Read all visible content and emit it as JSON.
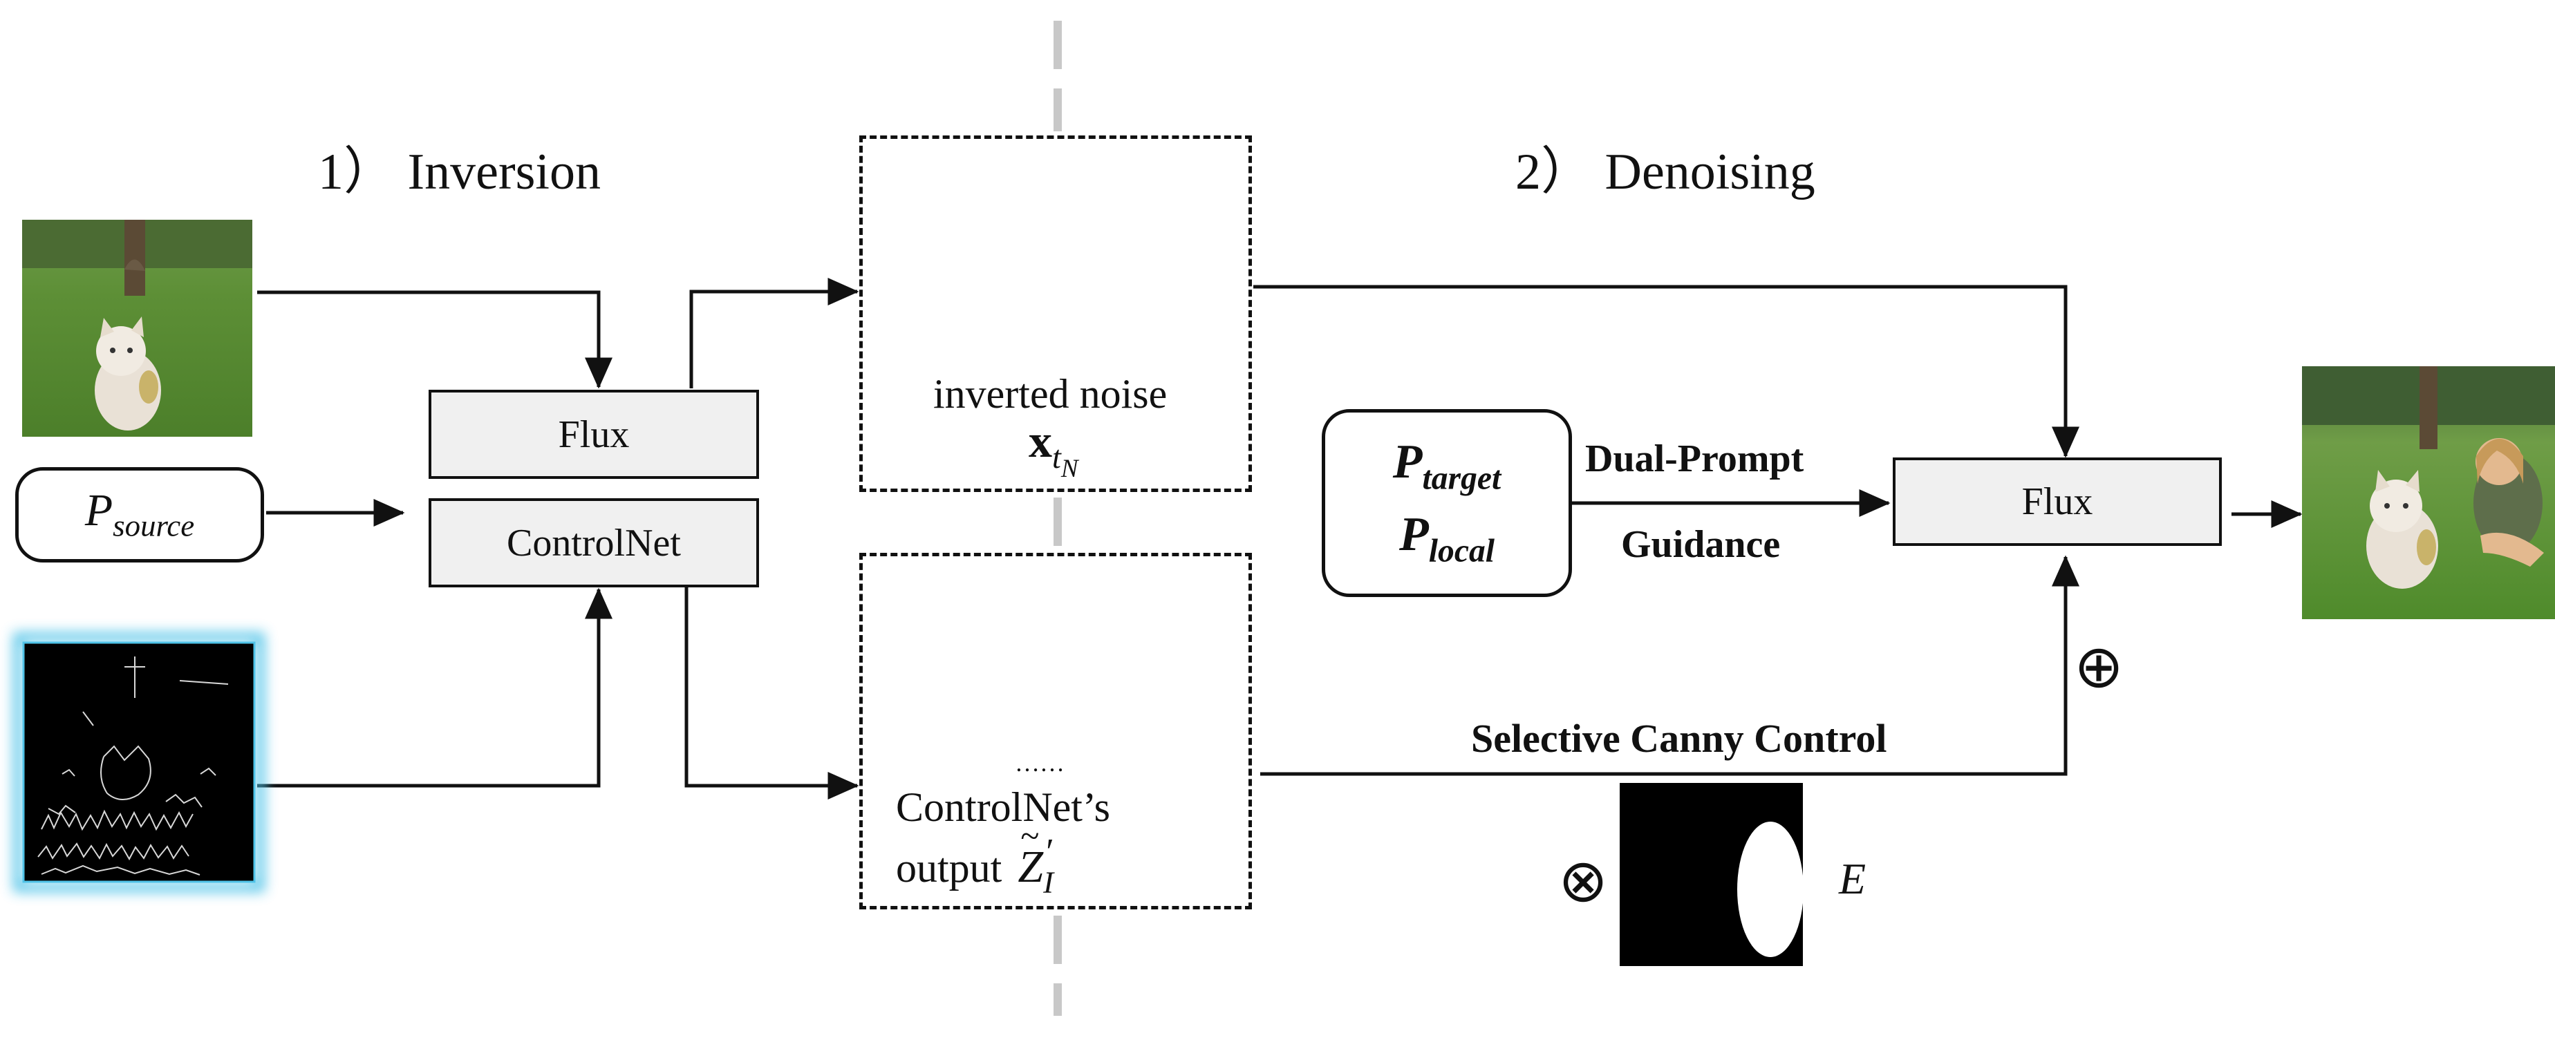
{
  "steps": {
    "inversion": "1）  Inversion",
    "denoising": "2）  Denoising"
  },
  "blocks": {
    "flux_left": "Flux",
    "controlnet": "ControlNet",
    "flux_right": "Flux"
  },
  "prompts": {
    "source": {
      "symbol": "P",
      "subscript": "source"
    },
    "target": {
      "symbol": "P",
      "subscript": "target"
    },
    "local": {
      "symbol": "P",
      "subscript": "local"
    }
  },
  "labels": {
    "inverted_noise": "inverted noise",
    "xt_symbol": "x",
    "xt_sub_t": "t",
    "xt_sub_n": "N",
    "controlnet_output_1": "ControlNet’s",
    "controlnet_output_2": "output",
    "z_symbol": "Z",
    "z_sub": "I",
    "z_prime": "′",
    "ellipsis": "……",
    "dual_prompt_1": "Dual-Prompt",
    "dual_prompt_2": "Guidance",
    "selective_canny": "Selective Canny Control",
    "edit_mask_symbol": "E",
    "oplus": "⊕",
    "otimes": "⊗"
  },
  "icons": [
    "source-image-kitten",
    "canny-edge-image",
    "noise-image",
    "feature-stack-icon",
    "edit-mask-image",
    "output-image-kitten-woman"
  ],
  "colors": {
    "noise_glow": "#f4a36b",
    "canny_glow": "#4fc3e8",
    "feature_fill": "#92cfc6",
    "feature_stroke": "#1e8a8a",
    "divider": "#c8c8c8"
  }
}
